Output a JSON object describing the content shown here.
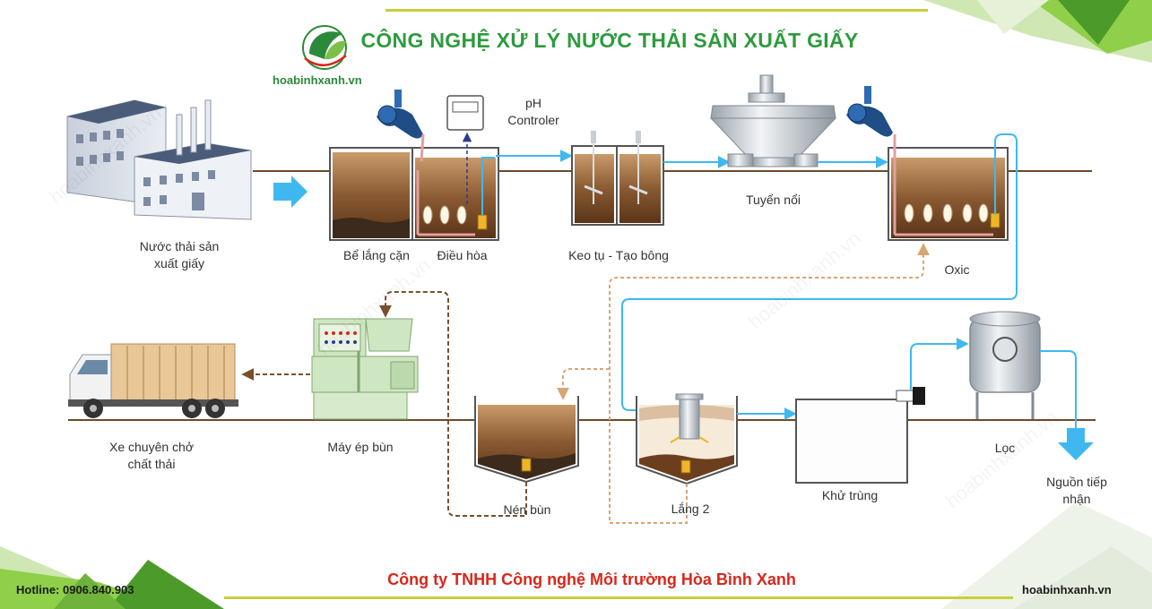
{
  "header": {
    "title": "CÔNG NGHỆ XỬ LÝ NƯỚC THẢI SẢN XUẤT GIẤY",
    "brand": "hoabinhxanh.vn"
  },
  "footer": {
    "company": "Công ty TNHH Công nghệ Môi trường Hòa Bình Xanh",
    "hotline": "Hotline: 0906.840.903",
    "website": "hoabinhxanh.vn"
  },
  "stages": {
    "source": "Nước thải sản\nxuất giấy",
    "settling1": "Bể lắng cặn",
    "equalization": "Điều hòa",
    "ph_controller": "pH\nControler",
    "coagulation": "Keo tụ - Tạo bông",
    "flotation": "Tuyển nổi",
    "oxic": "Oxic",
    "truck": "Xe chuyên chở\nchất thải",
    "press": "Máy ép bùn",
    "thickener": "Nén bùn",
    "settling2": "Lắng 2",
    "disinfection": "Khử trùng",
    "filter": "Lọc",
    "receiving": "Nguồn tiếp\nnhận"
  },
  "colors": {
    "water_flow": "#3fb8f0",
    "sludge_flow": "#7a4f2c",
    "return_flow": "#d9a574",
    "pipe": "#6b4a2a",
    "sludge": "#6b3f1e",
    "title": "#2e9b3e",
    "company": "#d6281c",
    "accent_bar": "#c8cf3c"
  }
}
